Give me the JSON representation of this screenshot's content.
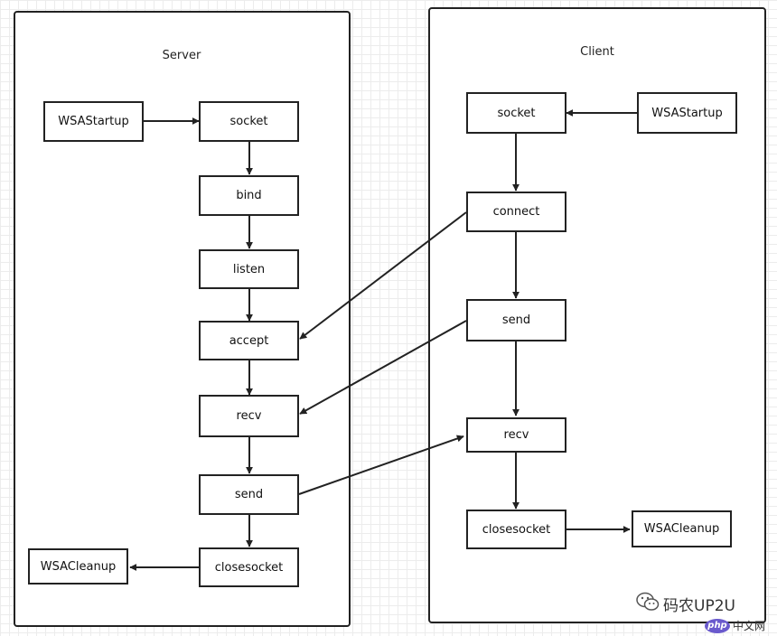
{
  "server": {
    "title": "Server",
    "nodes": {
      "wsastartup": "WSAStartup",
      "socket": "socket",
      "bind": "bind",
      "listen": "listen",
      "accept": "accept",
      "recv": "recv",
      "send": "send",
      "closesocket": "closesocket",
      "wsacleanup": "WSACleanup"
    }
  },
  "client": {
    "title": "Client",
    "nodes": {
      "wsastartup": "WSAStartup",
      "socket": "socket",
      "connect": "connect",
      "send": "send",
      "recv": "recv",
      "closesocket": "closesocket",
      "wsacleanup": "WSACleanup"
    }
  },
  "watermark": {
    "text": "码农UP2U",
    "icon": "wechat-icon"
  },
  "badge": {
    "logo": "php",
    "text": "中文网"
  }
}
